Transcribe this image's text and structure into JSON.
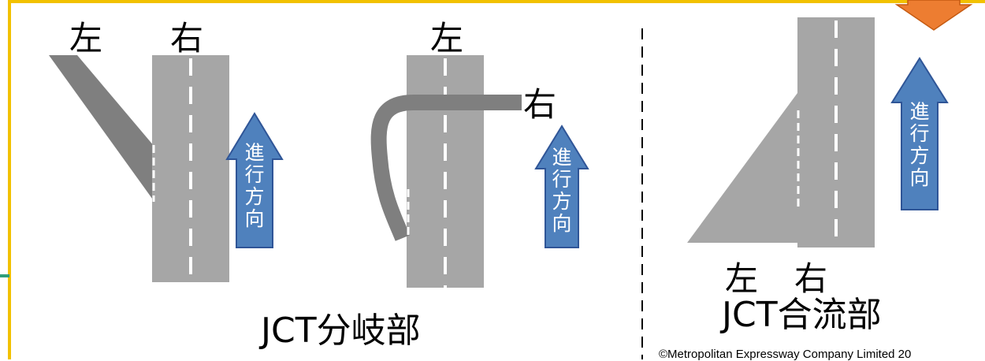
{
  "diagram": {
    "left_label": "左",
    "right_label": "右",
    "direction_label": "進行方向",
    "branch_title": "JCT分岐部",
    "merge_title": "JCT合流部",
    "copyright": "©Metropolitan Expressway Company Limited 20"
  },
  "colors": {
    "frame": "#f2c100",
    "road": "#a6a6a6",
    "ramp_dark": "#7f7f7f",
    "ramp_light": "#a6a6a6",
    "arrow_fill": "#4f81bd",
    "arrow_stroke": "#2f5597",
    "corner_arrow": "#ed7d31",
    "side_line": "#2e9e7a",
    "dash_white": "#ffffff"
  }
}
